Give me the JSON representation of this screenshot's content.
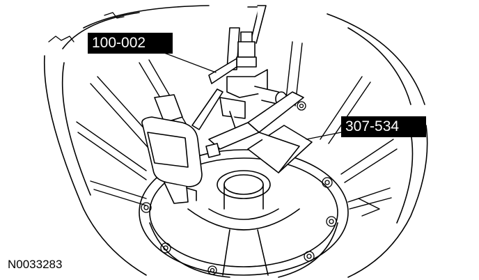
{
  "callouts": [
    {
      "label": "100-002"
    },
    {
      "label": "307-534"
    }
  ],
  "figure_id": "N0033283"
}
